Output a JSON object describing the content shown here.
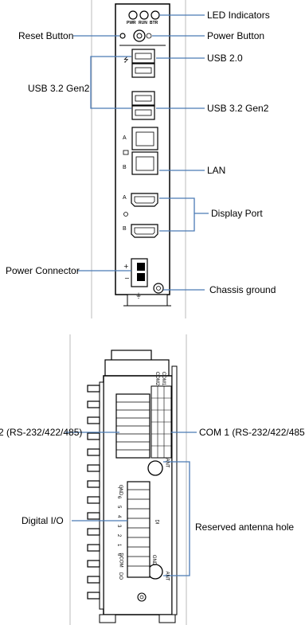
{
  "top_view": {
    "labels": {
      "led_indicators": "LED Indicators",
      "reset_button": "Reset Button",
      "power_button": "Power Button",
      "usb2": "USB 2.0",
      "usb32_left": "USB 3.2 Gen2",
      "usb32_right": "USB 3.2 Gen2",
      "lan": "LAN",
      "display_port": "Display Port",
      "power_connector": "Power Connector",
      "chassis_ground": "Chassis ground"
    },
    "led_text": {
      "pwr": "PWR",
      "run": "RUN",
      "btr": "BTR"
    },
    "port_letters": {
      "lan_a": "A",
      "lan_b": "B",
      "dp_a": "A",
      "dp_b": "B"
    }
  },
  "bottom_view": {
    "labels": {
      "com2": "2 (RS-232/422/485)",
      "com1": "COM 1 (RS-232/422/485)",
      "digital_io": "Digital I/O",
      "antenna_hole": "Reserved antenna hole"
    },
    "device_text": {
      "com_header_1": "COM2",
      "com_header_2": "COM1",
      "ant_top": "ANT",
      "ant_bottom": "ANT",
      "gnd_top": "GND",
      "gnd_bottom": "GND",
      "di": "DI",
      "do": "DO",
      "dcom": "DCOM",
      "pin_numbers": [
        "7",
        "6",
        "5",
        "4",
        "3",
        "2",
        "1",
        "0"
      ]
    }
  }
}
